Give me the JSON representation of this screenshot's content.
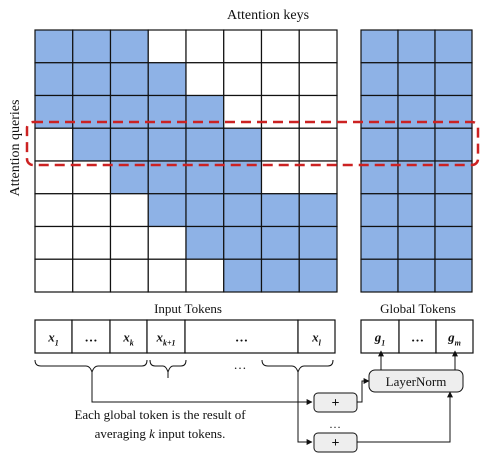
{
  "labels": {
    "attention_keys": "Attention keys",
    "attention_queries": "Attention queries",
    "input_tokens": "Input Tokens",
    "global_tokens": "Global Tokens",
    "layernorm": "LayerNorm",
    "plus": "+",
    "ellipsis_mid": "…",
    "ellipsis_bottom": "…",
    "ellipsis_plus": "…",
    "caption_line1": "Each global token is the result of",
    "caption_line2_pre": "averaging ",
    "caption_line2_k": "k",
    "caption_line2_post": " input tokens."
  },
  "input_tokens": [
    {
      "base": "x",
      "sub": "1"
    },
    {
      "base": "…",
      "sub": ""
    },
    {
      "base": "x",
      "sub": "k"
    },
    {
      "base": "x",
      "sub": "k+1"
    },
    {
      "base": "…",
      "sub": ""
    },
    {
      "base": "x",
      "sub": "l"
    }
  ],
  "global_tokens": [
    {
      "base": "g",
      "sub": "1"
    },
    {
      "base": "…",
      "sub": ""
    },
    {
      "base": "g",
      "sub": "m"
    }
  ],
  "colors": {
    "filled": "#8eb2e6",
    "empty": "#ffffff",
    "grid": "#111111",
    "highlight": "#cc2222",
    "layernorm_fill": "#eeeeee"
  },
  "local_attention_rows": [
    [
      1,
      1,
      1,
      0,
      0,
      0,
      0,
      0
    ],
    [
      1,
      1,
      1,
      1,
      0,
      0,
      0,
      0
    ],
    [
      1,
      1,
      1,
      1,
      1,
      0,
      0,
      0
    ],
    [
      0,
      1,
      1,
      1,
      1,
      1,
      0,
      0
    ],
    [
      0,
      0,
      1,
      1,
      1,
      1,
      0,
      0
    ],
    [
      0,
      0,
      0,
      1,
      1,
      1,
      1,
      1
    ],
    [
      0,
      0,
      0,
      0,
      1,
      1,
      1,
      1
    ],
    [
      0,
      0,
      0,
      0,
      0,
      1,
      1,
      1
    ]
  ],
  "global_attention_rows": [
    [
      1,
      1,
      1
    ],
    [
      1,
      1,
      1
    ],
    [
      1,
      1,
      1
    ],
    [
      1,
      1,
      1
    ],
    [
      1,
      1,
      1
    ],
    [
      1,
      1,
      1
    ],
    [
      1,
      1,
      1
    ],
    [
      1,
      1,
      1
    ]
  ],
  "highlighted_row": 3
}
